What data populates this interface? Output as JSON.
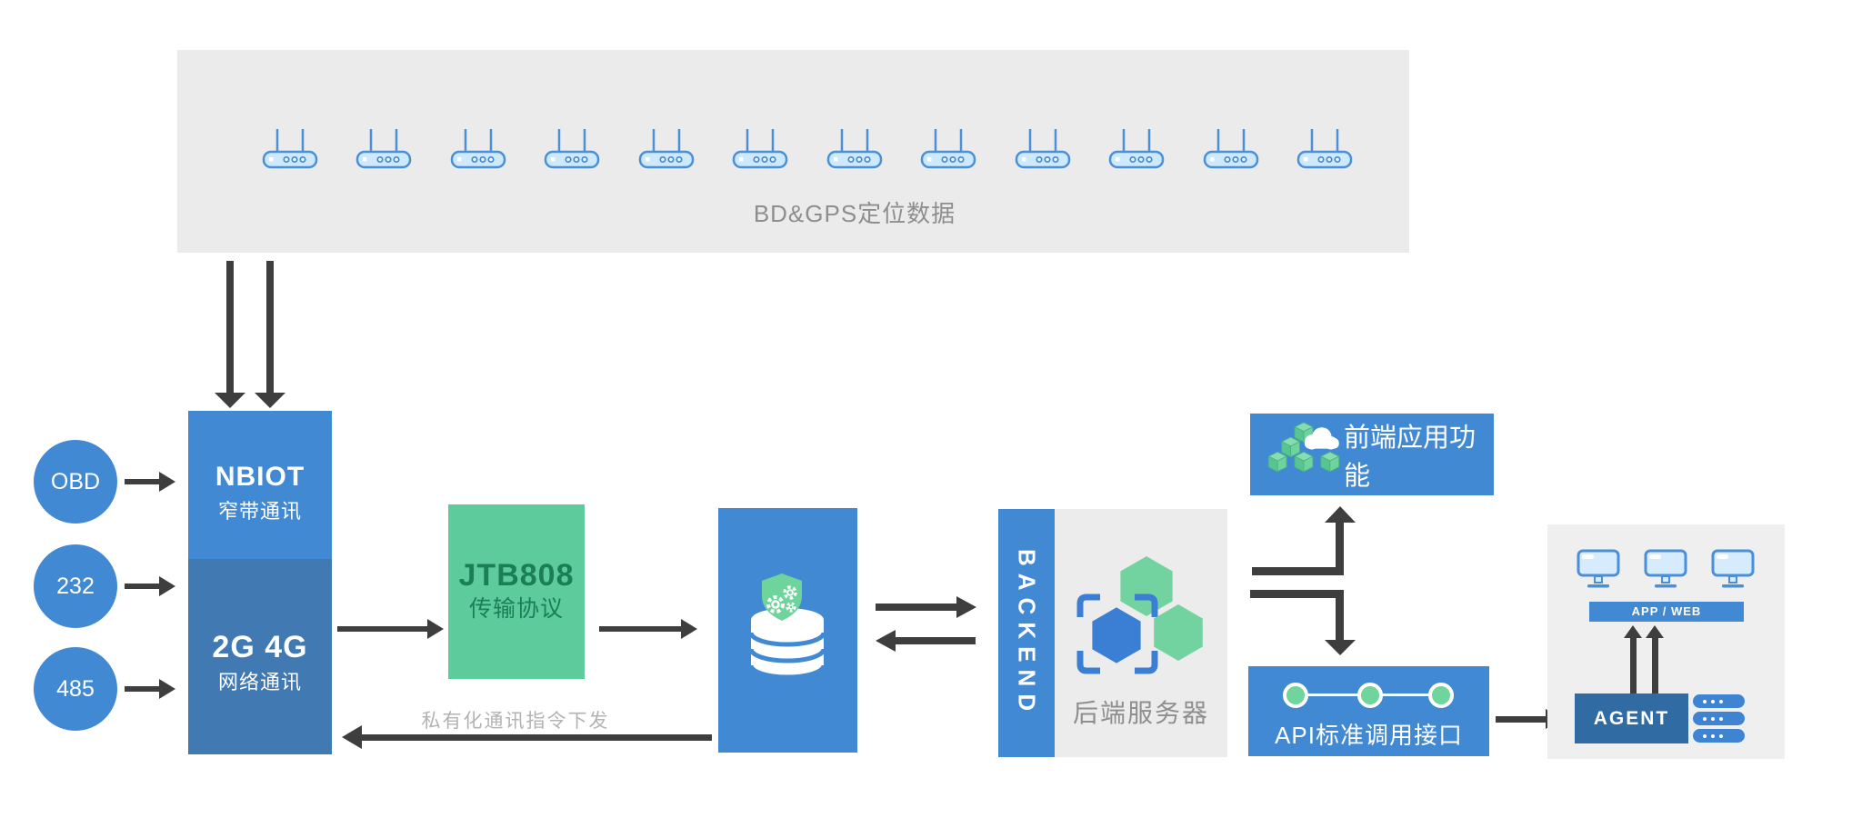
{
  "colors": {
    "primary_blue": "#4289d3",
    "deep_blue": "#4179b2",
    "agent_blue": "#306ba4",
    "protocol_green": "#5ecb9c",
    "icon_green": "#6fd39f",
    "panel_gray": "#ececec",
    "arrow_dark": "#3e3e3e",
    "text_gray": "#8e8e8e",
    "device_fill": "#cfe9fc",
    "outline_blue": "#4a90d9"
  },
  "top_panel": {
    "label": "BD&GPS定位数据",
    "device_count": 12
  },
  "inputs": [
    {
      "label": "OBD"
    },
    {
      "label": "232"
    },
    {
      "label": "485"
    }
  ],
  "nbiot": {
    "line1": "NBIOT",
    "line2": "窄带通讯",
    "line3": "2G 4G",
    "line4": "网络通讯"
  },
  "protocol": {
    "line1": "JTB808",
    "line2": "传输协议"
  },
  "downlink_label": "私有化通讯指令下发",
  "backend": {
    "strip_label": "BACKEND",
    "caption": "后端服务器"
  },
  "frontend": {
    "label": "前端应用功能"
  },
  "api": {
    "label": "API标准调用接口"
  },
  "client": {
    "appweb_label": "APP / WEB",
    "agent_label": "AGENT",
    "monitor_count": 3,
    "server_count": 3
  }
}
